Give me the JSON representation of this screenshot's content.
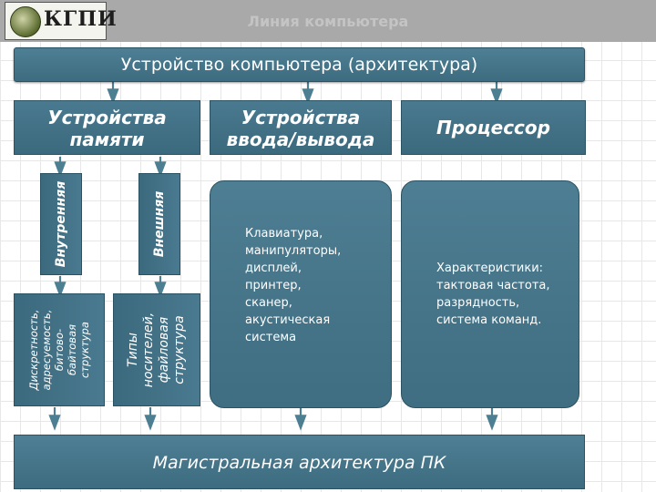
{
  "header": {
    "logo_text": "КГПИ",
    "title": "Линия компьютера"
  },
  "diagram": {
    "title": "Устройство компьютера (архитектура)",
    "columns": {
      "memory": {
        "line1": "Устройства",
        "line2": "памяти"
      },
      "io": {
        "line1": "Устройства",
        "line2": "ввода/вывода"
      },
      "cpu": {
        "label": "Процессор"
      }
    },
    "memory_types": {
      "internal": "Внутренняя",
      "external": "Внешняя"
    },
    "memory_details": {
      "internal": [
        "Дискретность,",
        "адресуемость,",
        "битово-",
        "байтовая",
        "структура"
      ],
      "external": [
        "Типы",
        "носителей,",
        "файловая",
        "структура"
      ]
    },
    "io_devices": [
      "Клавиатура,",
      "манипуляторы,",
      "дисплей,",
      "принтер,",
      "сканер,",
      "акустическая",
      "система"
    ],
    "cpu_characteristics": [
      "Характеристики:",
      "тактовая частота,",
      "разрядность,",
      "система команд."
    ],
    "bus": "Магистральная архитектура ПК"
  },
  "colors": {
    "box_fill": "#3f6d81",
    "box_border": "#2b5262",
    "arrow": "#4d7f93",
    "text": "#ffffff"
  }
}
